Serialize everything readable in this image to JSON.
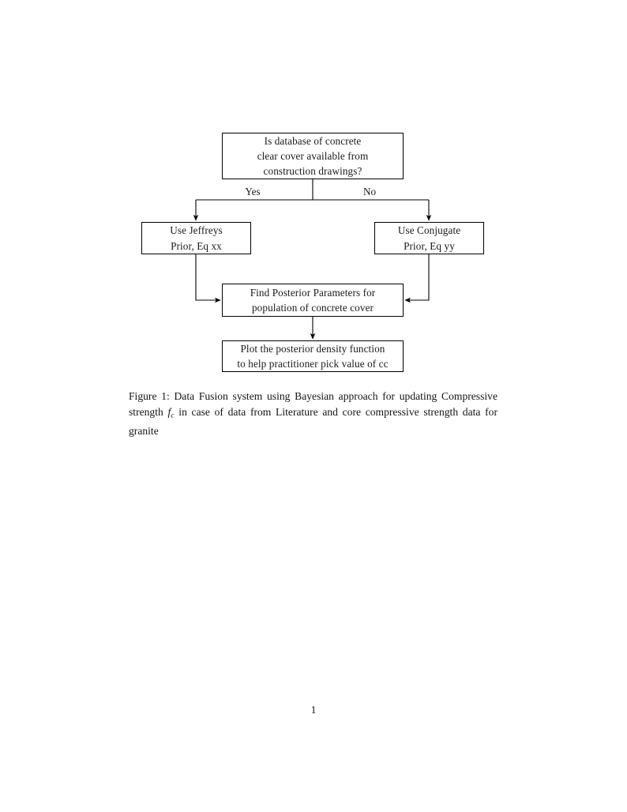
{
  "page": {
    "background_color": "#ffffff",
    "text_color": "#141414",
    "page_number": "1"
  },
  "figure": {
    "type": "flowchart",
    "nodes": [
      {
        "id": "decision",
        "shape": "rectangle",
        "text": "Is database of concrete\nclear cover available from\nconstruction drawings?",
        "lines": [
          "Is database of concrete",
          "clear cover available from",
          "construction drawings?"
        ]
      },
      {
        "id": "jeffreys",
        "shape": "rectangle",
        "text": "Use Jeffreys\nPrior, Eq xx",
        "lines": [
          "Use Jeffreys",
          "Prior, Eq xx"
        ]
      },
      {
        "id": "conjugate",
        "shape": "rectangle",
        "text": "Use Conjugate\nPrior, Eq yy",
        "lines": [
          "Use Conjugate",
          "Prior, Eq yy"
        ]
      },
      {
        "id": "posterior",
        "shape": "rectangle",
        "text": "Find Posterior Parameters for\npopulation of concrete cover",
        "lines": [
          "Find Posterior Parameters for",
          "population of concrete cover"
        ]
      },
      {
        "id": "plot",
        "shape": "rectangle",
        "text": "Plot the posterior density function\nto help practitioner pick value of cc",
        "lines": [
          "Plot the posterior density function",
          "to help practitioner pick value of cc"
        ]
      }
    ],
    "edge_labels": {
      "yes": "Yes",
      "no": "No"
    },
    "edges": [
      {
        "from": "decision",
        "to": "jeffreys",
        "label": "Yes"
      },
      {
        "from": "decision",
        "to": "conjugate",
        "label": "No"
      },
      {
        "from": "jeffreys",
        "to": "posterior",
        "label": ""
      },
      {
        "from": "conjugate",
        "to": "posterior",
        "label": ""
      },
      {
        "from": "posterior",
        "to": "plot",
        "label": ""
      }
    ],
    "stroke_color": "#000000"
  },
  "caption": {
    "label": "Figure 1:",
    "text_before_math": " Data Fusion system using Bayesian approach for updating Compressive strength ",
    "math_base": "f",
    "math_sub": "c",
    "text_after_math": " in case of data from Literature and core compressive strength data for granite",
    "full_text": "Figure 1: Data Fusion system using Bayesian approach for updating Compressive strength f_c in case of data from Literature and core compressive strength data for granite"
  }
}
